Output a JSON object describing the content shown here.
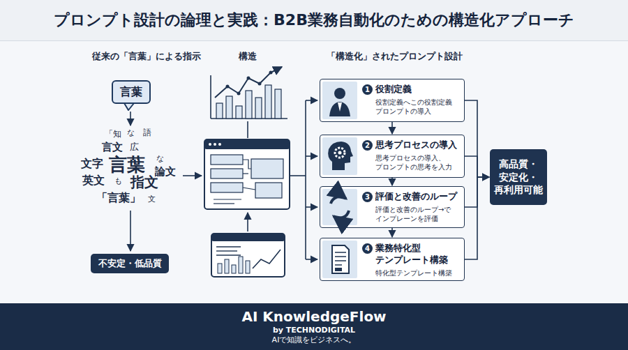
{
  "diagram": {
    "title": "プロンプト設計の論理と実践：B2B業務自動化のための構造化アプローチ",
    "nodes": [
      {
        "text": [
          "言葉"
        ]
      },
      {
        "text": [
          "不安定・低品質"
        ]
      },
      {
        "text": [
          "1",
          "役割定義",
          "役割定義へこの役割定義 プロンプトの導入"
        ]
      },
      {
        "text": [
          "2",
          "思考プロセスの導入",
          "思考プロセスの導入、 プロンプトの思考を入力"
        ]
      },
      {
        "text": [
          "3",
          "評価と改善のループ",
          "評価と改善のループ→で インプレーンを評価"
        ]
      },
      {
        "text": [
          "4",
          "業務特化型 テンプレート構築",
          "特化型テンプレート構築"
        ]
      },
      {
        "text": [
          "高品質・ 安定化・ 再利用可能"
        ]
      },
      {
        "text": [
          "AI KnowledgeFlow",
          "by TECHNODIGITAL",
          "AIで知識をビジネスへ。"
        ]
      }
    ],
    "edges": [
      {
        "from": 2,
        "to": 3,
        "arrow": "to"
      },
      {
        "from": 3,
        "to": 4,
        "arrow": "to"
      },
      {
        "from": 4,
        "to": 5,
        "arrow": "to"
      },
      {
        "from": 2,
        "to": 6,
        "arrow": "to"
      },
      {
        "from": 3,
        "to": 6,
        "arrow": "to"
      },
      {
        "from": 4,
        "to": 6,
        "arrow": "to"
      },
      {
        "from": 5,
        "to": 6,
        "arrow": "to"
      }
    ],
    "labels": [
      "従来の「言葉」による指示",
      "構造",
      "「構造化」されたプロンプト設計",
      "「知",
      "な",
      "語",
      "言文",
      "広",
      "文字",
      "言葉",
      "な",
      "論文",
      "英文",
      "も",
      "指文",
      "「言葉」",
      "文"
    ]
  }
}
